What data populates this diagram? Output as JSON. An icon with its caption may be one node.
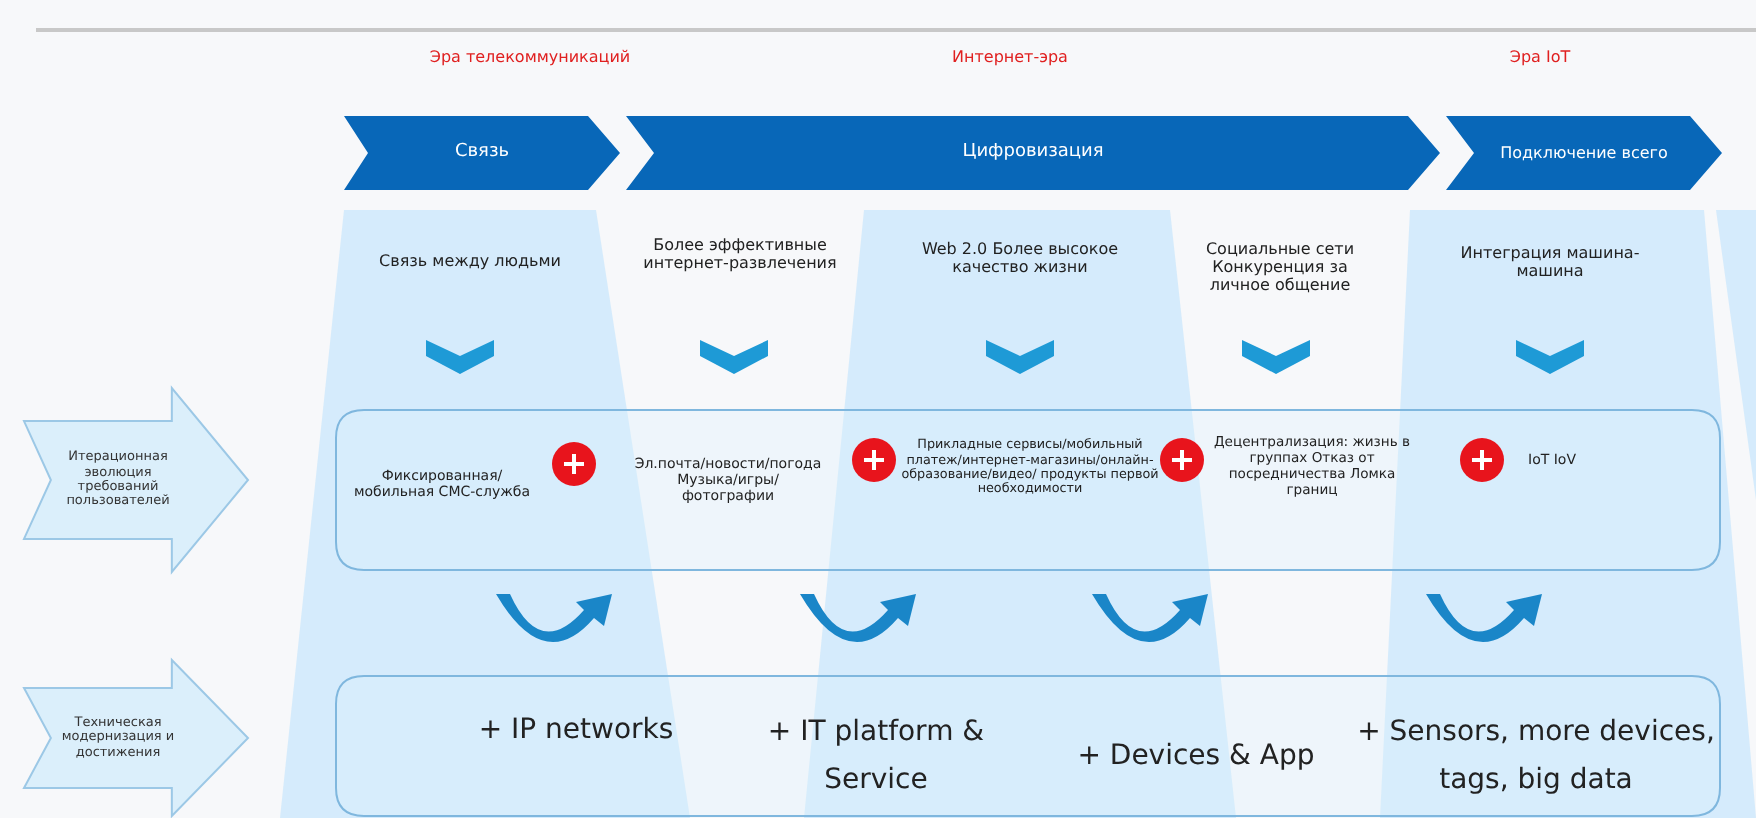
{
  "diagram": {
    "nodes": [
      {
        "text": [
          "Связь"
        ]
      },
      {
        "text": [
          "Цифровизация"
        ]
      },
      {
        "text": [
          "Подключение всего"
        ]
      },
      {
        "text": [
          "Итерационная эволюция требований пользователей"
        ]
      },
      {
        "text": [],
        "shape": "box"
      },
      {
        "text": [
          "Фиксированная/ мобильная СМС-служба"
        ],
        "in": 4
      },
      {
        "text": [
          "Эл.почта/новости/погода Музыка/игры/ фотографии"
        ],
        "in": 4
      },
      {
        "text": [
          "Прикладные сервисы/мобильный платеж/интернет-магазины/онлайн-образование/видео/ продукты первой необходимости"
        ],
        "in": 4
      },
      {
        "text": [
          "Децентрализация: жизнь в группах Отказ от посредничества Ломка границ"
        ],
        "in": 4
      },
      {
        "text": [
          "IoT IoV"
        ],
        "in": 4
      },
      {
        "text": [
          "Техническая модернизация и достижения"
        ]
      },
      {
        "text": [],
        "shape": "box"
      },
      {
        "text": [
          "+ IP networks"
        ],
        "in": 11
      },
      {
        "text": [
          "+ IT platform & Service"
        ],
        "in": 11
      },
      {
        "text": [
          "+ Devices & App"
        ],
        "in": 11
      },
      {
        "text": [
          "+ Sensors, more devices, tags, big data"
        ],
        "in": 11
      }
    ],
    "edges": [],
    "labels": [
      "Эра телекоммуникаций",
      "Интернет-эра",
      "Эра IoT",
      "Связь между людьми",
      "Более эффективные интернет-развлечения",
      "Web 2.0 Более высокое качество жизни",
      "Социальные сети Конкуренция за личное общение",
      "Интеграция машина-машина"
    ]
  }
}
